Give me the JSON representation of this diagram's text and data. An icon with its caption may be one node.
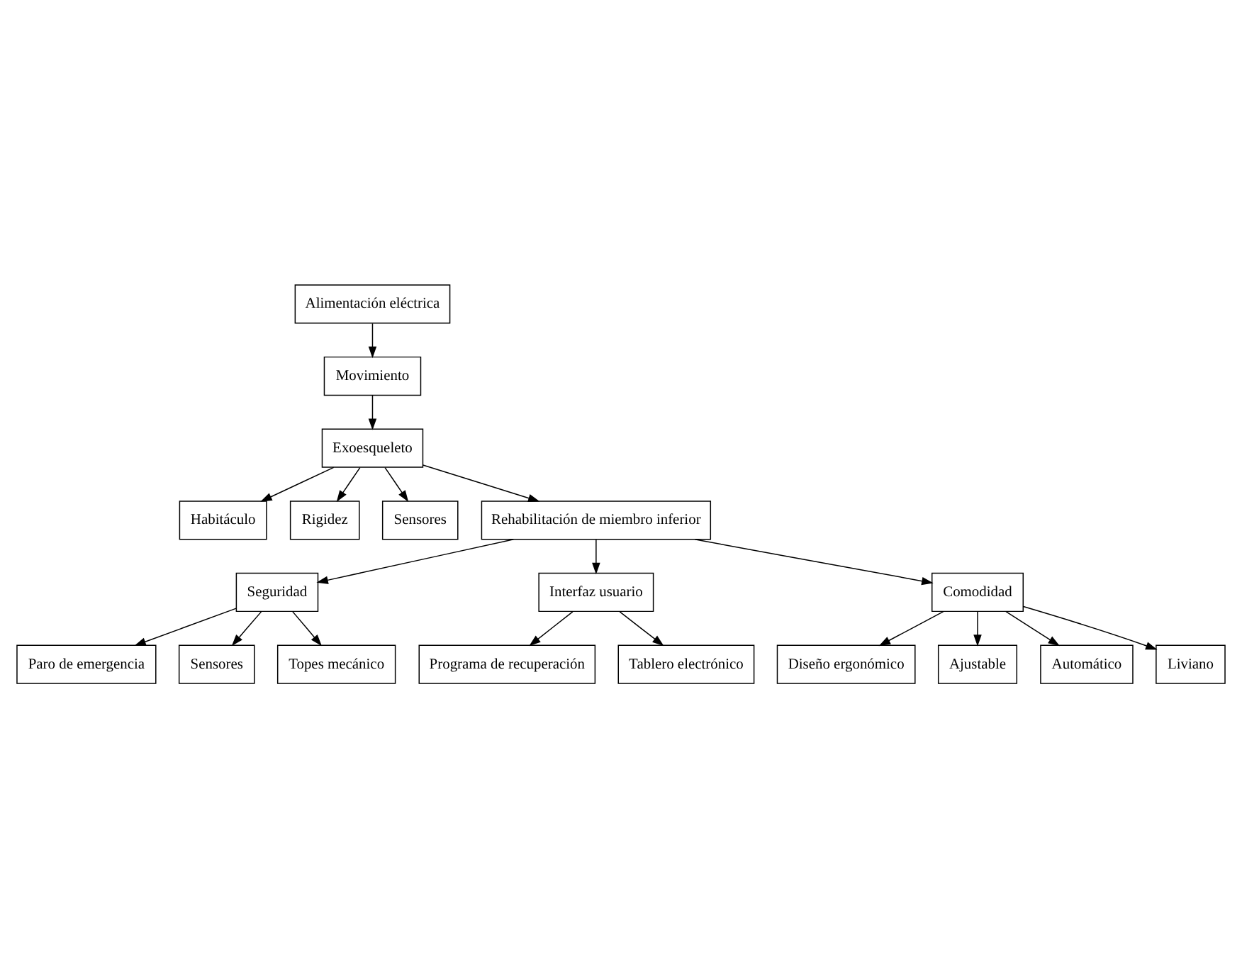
{
  "diagram": {
    "nodes": [
      {
        "text": [
          "Alimentación eléctrica"
        ]
      },
      {
        "text": [
          "Movimiento"
        ]
      },
      {
        "text": [
          "Exoesqueleto"
        ]
      },
      {
        "text": [
          "Habitáculo"
        ]
      },
      {
        "text": [
          "Rigidez"
        ]
      },
      {
        "text": [
          "Sensores"
        ]
      },
      {
        "text": [
          "Rehabilitación de miembro inferior"
        ]
      },
      {
        "text": [
          "Paro de emergencia"
        ]
      },
      {
        "text": [
          "Seguridad"
        ]
      },
      {
        "text": [
          "Sensores"
        ]
      },
      {
        "text": [
          "Topes mecánico"
        ]
      },
      {
        "text": [
          "Interfaz usuario"
        ]
      },
      {
        "text": [
          "Programa de recuperación"
        ]
      },
      {
        "text": [
          "Tablero electrónico"
        ]
      },
      {
        "text": [
          "Comodidad"
        ]
      },
      {
        "text": [
          "Diseño ergonómico"
        ]
      },
      {
        "text": [
          "Ajustable"
        ]
      },
      {
        "text": [
          "Automático"
        ]
      },
      {
        "text": [
          "Liviano"
        ]
      }
    ],
    "edges": [
      {
        "from": 0,
        "to": 1,
        "arrow": "to"
      },
      {
        "from": 1,
        "to": 2,
        "arrow": "to"
      },
      {
        "from": 2,
        "to": 3,
        "arrow": "to"
      },
      {
        "from": 2,
        "to": 4,
        "arrow": "to"
      },
      {
        "from": 2,
        "to": 5,
        "arrow": "to"
      },
      {
        "from": 2,
        "to": 6,
        "arrow": "to"
      },
      {
        "from": 6,
        "to": 8,
        "arrow": "to"
      },
      {
        "from": 6,
        "to": 11,
        "arrow": "to"
      },
      {
        "from": 6,
        "to": 14,
        "arrow": "to"
      },
      {
        "from": 8,
        "to": 7,
        "arrow": "to"
      },
      {
        "from": 8,
        "to": 9,
        "arrow": "to"
      },
      {
        "from": 8,
        "to": 10,
        "arrow": "to"
      },
      {
        "from": 11,
        "to": 12,
        "arrow": "to"
      },
      {
        "from": 11,
        "to": 13,
        "arrow": "to"
      },
      {
        "from": 14,
        "to": 15,
        "arrow": "to"
      },
      {
        "from": 14,
        "to": 16,
        "arrow": "to"
      },
      {
        "from": 14,
        "to": 17,
        "arrow": "to"
      },
      {
        "from": 14,
        "to": 18,
        "arrow": "to"
      }
    ]
  }
}
